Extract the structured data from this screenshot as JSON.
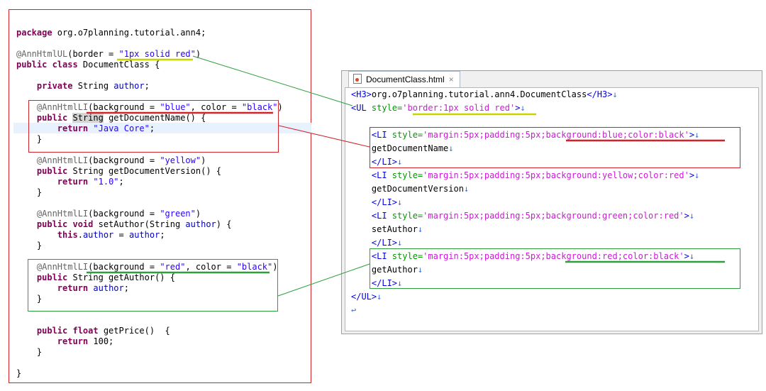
{
  "java_code": {
    "lines": [
      [
        {
          "t": "package",
          "c": "kw"
        },
        {
          "t": " org.o7planning.tutorial.ann4;",
          "c": "pl"
        }
      ],
      [
        {
          "t": "@AnnHtmlUL",
          "c": "an"
        },
        {
          "t": "(border = ",
          "c": "pl"
        },
        {
          "t": "\"1px solid red\"",
          "c": "st"
        },
        {
          "t": ")",
          "c": "pl"
        }
      ],
      [
        {
          "t": "public class",
          "c": "kw"
        },
        {
          "t": " DocumentClass {",
          "c": "pl"
        }
      ],
      [
        {
          "t": "    private",
          "c": "kw"
        },
        {
          "t": " String ",
          "c": "pl"
        },
        {
          "t": "author",
          "c": "fd"
        },
        {
          "t": ";",
          "c": "pl"
        }
      ],
      [
        {
          "t": "    @AnnHtmlLI",
          "c": "an"
        },
        {
          "t": "(background = ",
          "c": "pl"
        },
        {
          "t": "\"blue\"",
          "c": "st"
        },
        {
          "t": ", color = ",
          "c": "pl"
        },
        {
          "t": "\"black\"",
          "c": "st"
        },
        {
          "t": ")",
          "c": "pl"
        }
      ],
      [
        {
          "t": "    public",
          "c": "kw"
        },
        {
          "t": " ",
          "c": "pl"
        },
        {
          "t": "String",
          "c": "pl hl-word"
        },
        {
          "t": " getDocumentName() {",
          "c": "pl"
        }
      ],
      [
        {
          "t": "        return",
          "c": "kw"
        },
        {
          "t": " ",
          "c": "pl"
        },
        {
          "t": "\"Java Core\"",
          "c": "st"
        },
        {
          "t": ";",
          "c": "pl"
        }
      ],
      [
        {
          "t": "    }",
          "c": "pl"
        }
      ],
      [
        {
          "t": "    @AnnHtmlLI",
          "c": "an"
        },
        {
          "t": "(background = ",
          "c": "pl"
        },
        {
          "t": "\"yellow\"",
          "c": "st"
        },
        {
          "t": ")",
          "c": "pl"
        }
      ],
      [
        {
          "t": "    public",
          "c": "kw"
        },
        {
          "t": " String getDocumentVersion() {",
          "c": "pl"
        }
      ],
      [
        {
          "t": "        return",
          "c": "kw"
        },
        {
          "t": " ",
          "c": "pl"
        },
        {
          "t": "\"1.0\"",
          "c": "st"
        },
        {
          "t": ";",
          "c": "pl"
        }
      ],
      [
        {
          "t": "    }",
          "c": "pl"
        }
      ],
      [
        {
          "t": "    @AnnHtmlLI",
          "c": "an"
        },
        {
          "t": "(background = ",
          "c": "pl"
        },
        {
          "t": "\"green\"",
          "c": "st"
        },
        {
          "t": ")",
          "c": "pl"
        }
      ],
      [
        {
          "t": "    public void",
          "c": "kw"
        },
        {
          "t": " setAuthor(String ",
          "c": "pl"
        },
        {
          "t": "author",
          "c": "fd"
        },
        {
          "t": ") {",
          "c": "pl"
        }
      ],
      [
        {
          "t": "        this",
          "c": "kw"
        },
        {
          "t": ".",
          "c": "pl"
        },
        {
          "t": "author",
          "c": "fd"
        },
        {
          "t": " = ",
          "c": "pl"
        },
        {
          "t": "author",
          "c": "fd"
        },
        {
          "t": ";",
          "c": "pl"
        }
      ],
      [
        {
          "t": "    }",
          "c": "pl"
        }
      ],
      [
        {
          "t": "    @AnnHtmlLI",
          "c": "an"
        },
        {
          "t": "(background = ",
          "c": "pl"
        },
        {
          "t": "\"red\"",
          "c": "st"
        },
        {
          "t": ", color = ",
          "c": "pl"
        },
        {
          "t": "\"black\"",
          "c": "st"
        },
        {
          "t": ")",
          "c": "pl"
        }
      ],
      [
        {
          "t": "    public",
          "c": "kw"
        },
        {
          "t": " String getAuthor() {",
          "c": "pl"
        }
      ],
      [
        {
          "t": "        return",
          "c": "kw"
        },
        {
          "t": " ",
          "c": "pl"
        },
        {
          "t": "author",
          "c": "fd"
        },
        {
          "t": ";",
          "c": "pl"
        }
      ],
      [
        {
          "t": "    }",
          "c": "pl"
        }
      ],
      [
        {
          "t": "    public float",
          "c": "kw"
        },
        {
          "t": " getPrice()  {",
          "c": "pl"
        }
      ],
      [
        {
          "t": "        return",
          "c": "kw"
        },
        {
          "t": " 100;",
          "c": "pl"
        }
      ],
      [
        {
          "t": "    }",
          "c": "pl"
        }
      ],
      [
        {
          "t": "}",
          "c": "pl"
        }
      ]
    ]
  },
  "html_tab": {
    "title": "DocumentClass.html",
    "file_icon": "html-file-icon",
    "close_icon": "close-icon",
    "close_symbol": "×"
  },
  "html_code": {
    "newline_symbol": "↓",
    "end_symbol": "↩",
    "lines": [
      [
        {
          "t": "<H3>",
          "c": "tag"
        },
        {
          "t": "org.o7planning.tutorial.ann4.DocumentClass",
          "c": "txt"
        },
        {
          "t": "</H3>",
          "c": "tag"
        },
        {
          "t": "↓",
          "c": "nl"
        }
      ],
      [
        {
          "t": "<UL ",
          "c": "tag"
        },
        {
          "t": "style=",
          "c": "att"
        },
        {
          "t": "'border:1px solid red'",
          "c": "val"
        },
        {
          "t": ">",
          "c": "tag"
        },
        {
          "t": "↓",
          "c": "nl"
        }
      ],
      [
        {
          "t": "    <LI ",
          "c": "tag"
        },
        {
          "t": "style=",
          "c": "att"
        },
        {
          "t": "'margin:5px;padding:5px;background:blue;color:black'",
          "c": "val"
        },
        {
          "t": ">",
          "c": "tag"
        },
        {
          "t": "↓",
          "c": "nl"
        }
      ],
      [
        {
          "t": "    getDocumentName",
          "c": "txt"
        },
        {
          "t": "↓",
          "c": "nl"
        }
      ],
      [
        {
          "t": "    </LI>",
          "c": "tag"
        },
        {
          "t": "↓",
          "c": "nl"
        }
      ],
      [
        {
          "t": "    <LI ",
          "c": "tag"
        },
        {
          "t": "style=",
          "c": "att"
        },
        {
          "t": "'margin:5px;padding:5px;background:yellow;color:red'",
          "c": "val"
        },
        {
          "t": ">",
          "c": "tag"
        },
        {
          "t": "↓",
          "c": "nl"
        }
      ],
      [
        {
          "t": "    getDocumentVersion",
          "c": "txt"
        },
        {
          "t": "↓",
          "c": "nl"
        }
      ],
      [
        {
          "t": "    </LI>",
          "c": "tag"
        },
        {
          "t": "↓",
          "c": "nl"
        }
      ],
      [
        {
          "t": "    <LI ",
          "c": "tag"
        },
        {
          "t": "style=",
          "c": "att"
        },
        {
          "t": "'margin:5px;padding:5px;background:green;color:red'",
          "c": "val"
        },
        {
          "t": ">",
          "c": "tag"
        },
        {
          "t": "↓",
          "c": "nl"
        }
      ],
      [
        {
          "t": "    setAuthor",
          "c": "txt"
        },
        {
          "t": "↓",
          "c": "nl"
        }
      ],
      [
        {
          "t": "    </LI>",
          "c": "tag"
        },
        {
          "t": "↓",
          "c": "nl"
        }
      ],
      [
        {
          "t": "    <LI ",
          "c": "tag"
        },
        {
          "t": "style=",
          "c": "att"
        },
        {
          "t": "'margin:5px;padding:5px;background:red;color:black'",
          "c": "val"
        },
        {
          "t": ">",
          "c": "tag"
        },
        {
          "t": "↓",
          "c": "nl"
        }
      ],
      [
        {
          "t": "    getAuthor",
          "c": "txt"
        },
        {
          "t": "↓",
          "c": "nl"
        }
      ],
      [
        {
          "t": "    </LI>",
          "c": "tag"
        },
        {
          "t": "↓",
          "c": "nl"
        }
      ],
      [
        {
          "t": "</UL>",
          "c": "tag"
        },
        {
          "t": "↓",
          "c": "nl"
        }
      ],
      [
        {
          "t": "↩",
          "c": "nl"
        }
      ]
    ]
  },
  "colors": {
    "outer_border": "#d2232a",
    "red_callout": "#d2232a",
    "green_callout": "#2e9e3f",
    "yellow_underline": "#c8d400",
    "connector_green": "#2e9e3f",
    "connector_red": "#d2232a"
  }
}
